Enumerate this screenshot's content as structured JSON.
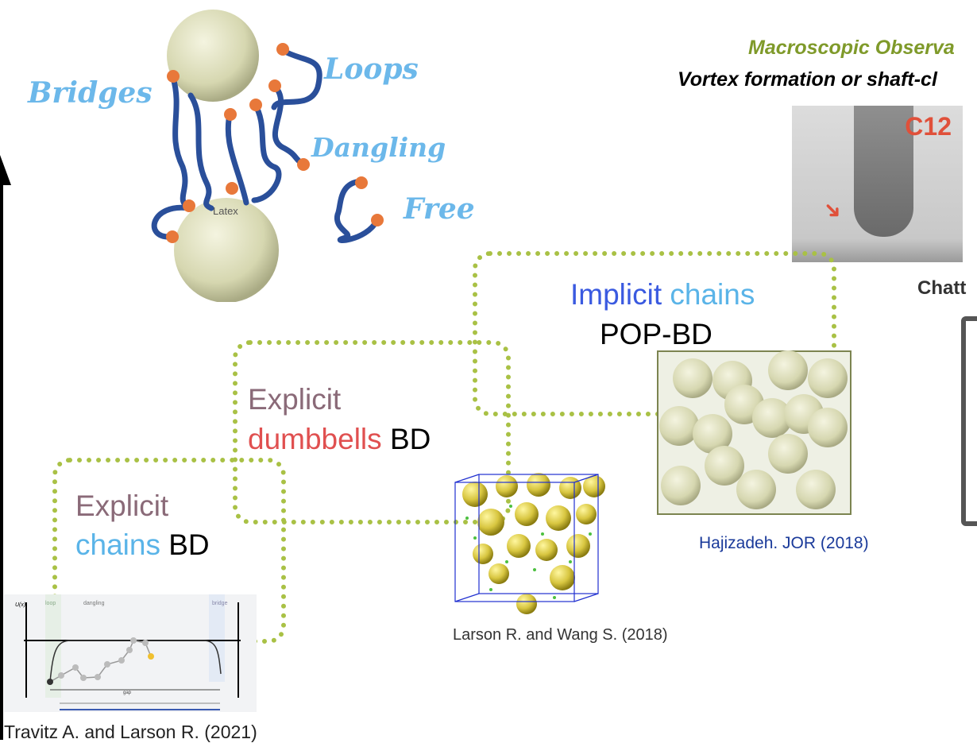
{
  "polymer_diagram": {
    "labels": {
      "bridges": "Bridges",
      "loops": "Loops",
      "dangling": "Dangling",
      "free": "Free",
      "latex": "Latex"
    }
  },
  "macroscopic": {
    "title": "Macroscopic Observa",
    "subtitle": "Vortex formation or shaft-cl",
    "photo_label": "C12",
    "chatter_label": "Chatt"
  },
  "levels": [
    {
      "word1": "Explicit",
      "word2": "chains",
      "word3": "BD"
    },
    {
      "word1": "Explicit",
      "word2": "dumbbells",
      "word3": "BD"
    },
    {
      "word1": "Implicit",
      "word2": "chains",
      "word3": "POP-BD"
    }
  ],
  "citations": {
    "travitz": "Travitz A. and Larson R. (2021)",
    "larson": "Larson R. and Wang S. (2018)",
    "hajizadeh": "Hajizadeh. JOR (2018)"
  },
  "graph_labels": {
    "y_axis": "U(x)",
    "loop": "loop",
    "dangling": "dangling",
    "bridge": "bridge",
    "gap": "gap"
  },
  "colors": {
    "dotted": "#a9c145",
    "light_blue": "#6cb8ea",
    "implicit": "#3a5ae0",
    "dumbbells": "#e05050",
    "explicit": "#8a6a78",
    "macroscopic": "#7f9a2a"
  }
}
